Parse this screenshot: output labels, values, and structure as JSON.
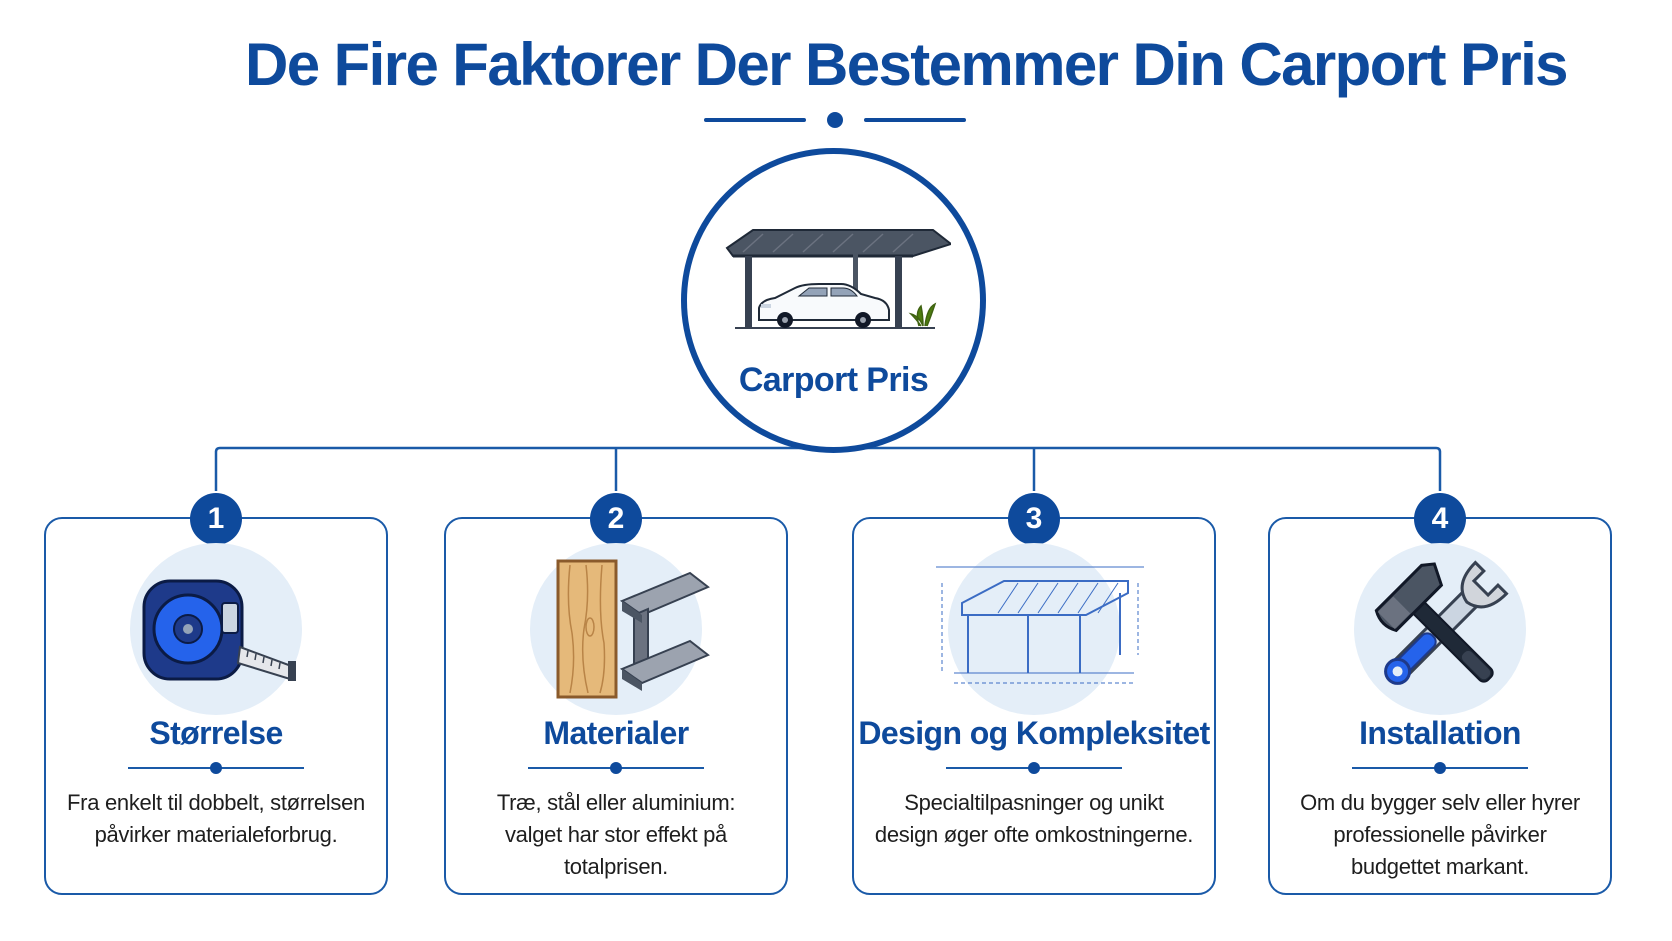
{
  "title": "De Fire Faktorer Der Bestemmer Din Carport Pris",
  "hub": {
    "label": "Carport Pris",
    "icon": "carport-car-icon"
  },
  "factors": [
    {
      "number": "1",
      "title": "Størrelse",
      "description": "Fra enkelt til dobbelt, størrelsen påvirker materialeforbrug.",
      "icon": "tape-measure-icon"
    },
    {
      "number": "2",
      "title": "Materialer",
      "description": "Træ, stål eller aluminium: valget har stor effekt på totalprisen.",
      "icon": "wood-steel-icon"
    },
    {
      "number": "3",
      "title": "Design og Kompleksitet",
      "description": "Specialtilpasninger og unikt design øger ofte omkostningerne.",
      "icon": "blueprint-icon"
    },
    {
      "number": "4",
      "title": "Installation",
      "description": "Om du bygger selv eller hyrer professionelle påvirker budgettet markant.",
      "icon": "wrench-hammer-icon"
    }
  ],
  "colors": {
    "primary": "#0e4a9c",
    "icon_bg": "#e4eef8",
    "card_border": "#1a5aa8"
  }
}
